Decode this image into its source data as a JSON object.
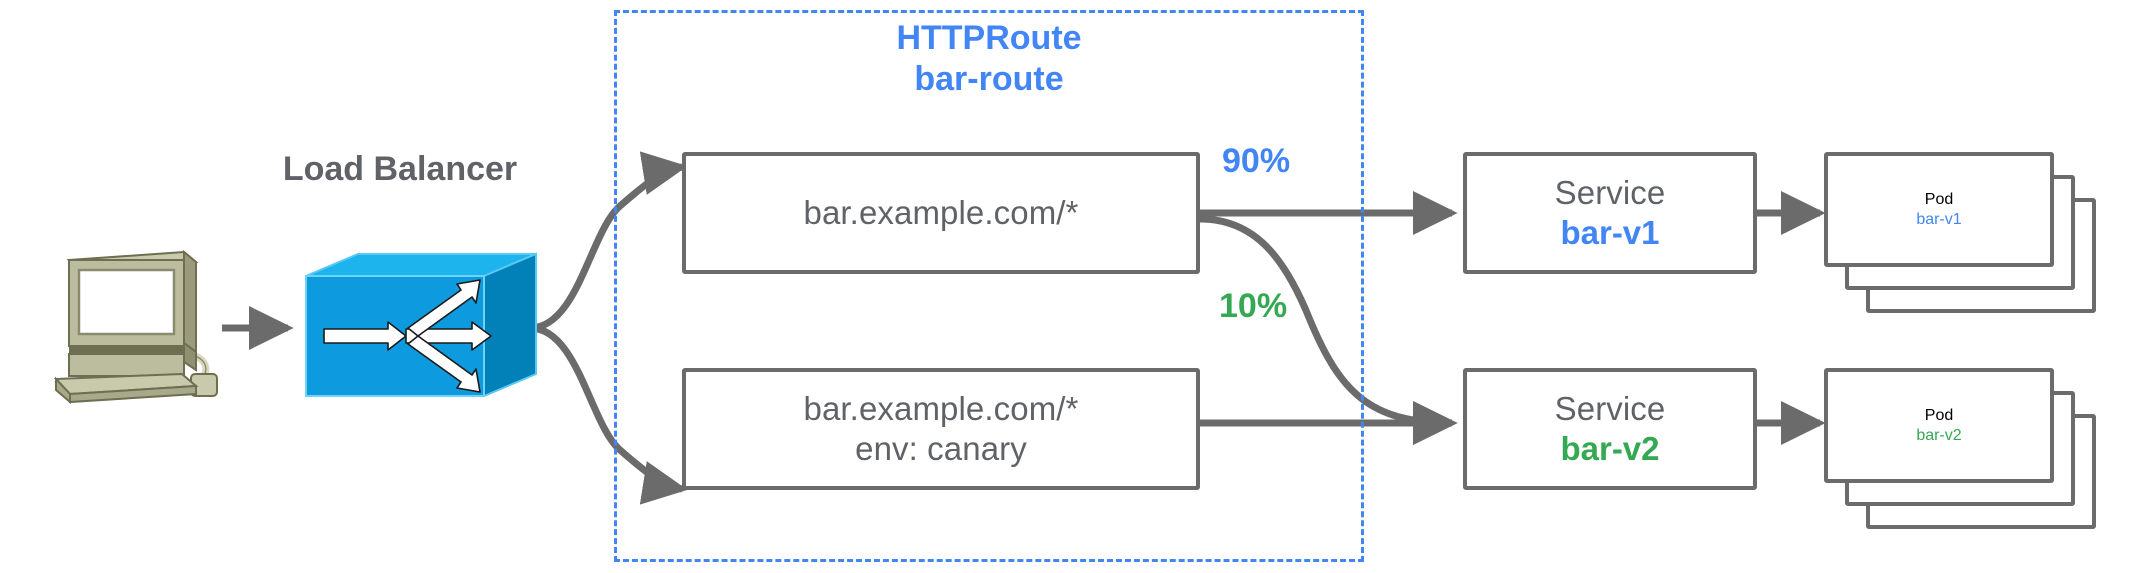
{
  "diagram": {
    "title_visible": false,
    "colors": {
      "accent_blue": "#4285f4",
      "accent_green": "#34a853",
      "stroke_gray": "#6b6b6b",
      "text_gray": "#5f6368",
      "lb_blue": "#0e9ade",
      "workstation_beige": "#adad8c"
    }
  },
  "client": {
    "icon": "workstation-icon"
  },
  "load_balancer": {
    "label": "Load Balancer",
    "icon": "load-balancer-icon"
  },
  "http_route": {
    "kind": "HTTPRoute",
    "name": "bar-route"
  },
  "rules": [
    {
      "id": "rule-1",
      "line1": "bar.example.com/*",
      "line2": ""
    },
    {
      "id": "rule-2",
      "line1": "bar.example.com/*",
      "line2": "env: canary"
    }
  ],
  "weights": [
    {
      "id": "weight-90",
      "value": "90%",
      "color": "#4285f4"
    },
    {
      "id": "weight-10",
      "value": "10%",
      "color": "#34a853"
    }
  ],
  "services": [
    {
      "id": "service-bar-v1",
      "kind": "Service",
      "name": "bar-v1",
      "color": "#4285f4"
    },
    {
      "id": "service-bar-v2",
      "kind": "Service",
      "name": "bar-v2",
      "color": "#34a853"
    }
  ],
  "pods": [
    {
      "id": "pod-bar-v1",
      "kind": "Pod",
      "name": "bar-v1",
      "color": "#4285f4",
      "replicas": 3
    },
    {
      "id": "pod-bar-v2",
      "kind": "Pod",
      "name": "bar-v2",
      "color": "#34a853",
      "replicas": 3
    }
  ]
}
